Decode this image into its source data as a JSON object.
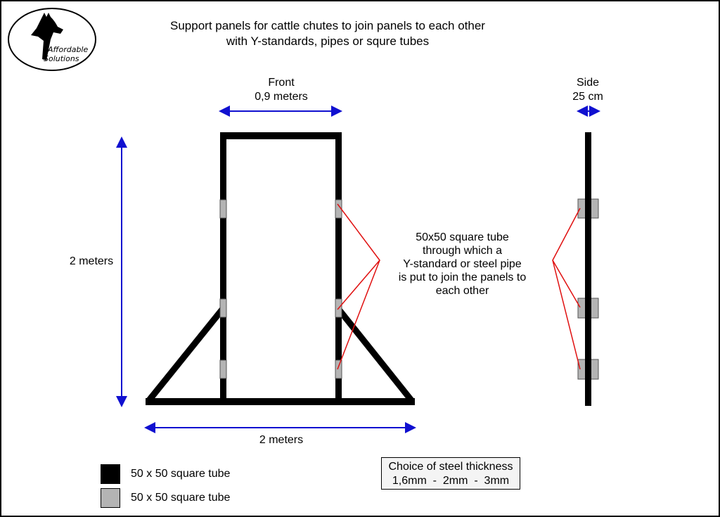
{
  "logo": {
    "text_line1": "Affordable",
    "text_line2": "Solutions"
  },
  "title": {
    "line1": "Support panels for cattle chutes to join panels to each other",
    "line2": "with Y-standards, pipes or squre tubes"
  },
  "front": {
    "label": "Front",
    "width": "0,9 meters",
    "height": "2 meters",
    "base": "2 meters"
  },
  "side": {
    "label": "Side",
    "width": "25 cm"
  },
  "annotation": {
    "lines": [
      "50x50 square tube",
      "through which a",
      "Y-standard or steel pipe",
      "is put to join the panels to",
      "each other"
    ]
  },
  "thickness": {
    "title": "Choice of steel thickness",
    "values": "1,6mm  -  2mm  -  3mm"
  },
  "legend": [
    {
      "label": "50 x 50 square tube",
      "color": "#000000"
    },
    {
      "label": "50 x 50 square tube",
      "color": "#b4b4b4"
    }
  ],
  "colors": {
    "arrow": "#1010d0",
    "pointer": "#e01010",
    "tube": "#000000",
    "sleeve": "#b4b4b4"
  }
}
